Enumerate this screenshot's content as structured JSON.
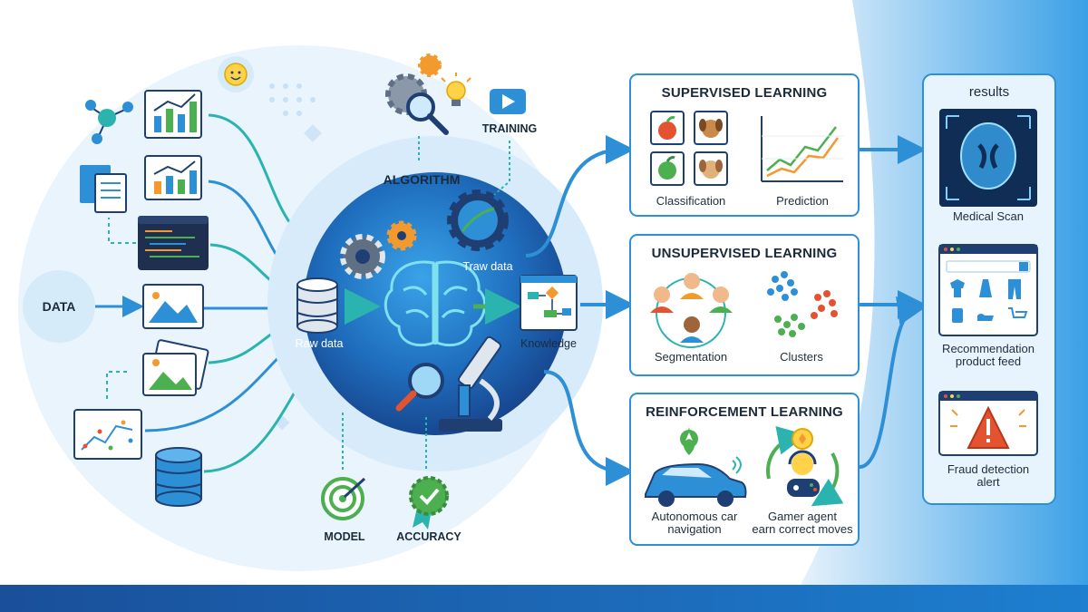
{
  "data_label": "DATA",
  "hub": {
    "algorithm": "ALGORITHM",
    "training": "TRAINING",
    "traw_data": "Traw data",
    "raw_data": "Raw data",
    "knowledge": "Knowledge",
    "model": "MODEL",
    "accuracy": "ACCURACY"
  },
  "supervised": {
    "title": "SUPERVISED LEARNING",
    "classification": "Classification",
    "prediction": "Prediction"
  },
  "unsupervised": {
    "title": "UNSUPERVISED LEARNING",
    "segmentation": "Segmentation",
    "clusters": "Clusters"
  },
  "reinforcement": {
    "title": "REINFORCEMENT LEARNING",
    "car_line1": "Autonomous car",
    "car_line2": "navigation",
    "gamer_line1": "Gamer agent",
    "gamer_line2": "earn correct moves"
  },
  "results": {
    "title": "results",
    "medical": "Medical Scan",
    "recommendation_line1": "Recommendation",
    "recommendation_line2": "product feed",
    "fraud_line1": "Fraud detection",
    "fraud_line2": "alert"
  },
  "colors": {
    "navy": "#1f3f73",
    "blue": "#2d8fd6",
    "teal": "#2bb3b0",
    "green": "#4caf50",
    "orange": "#f29a2e",
    "red": "#e4532f",
    "footer": "#1560ac"
  }
}
